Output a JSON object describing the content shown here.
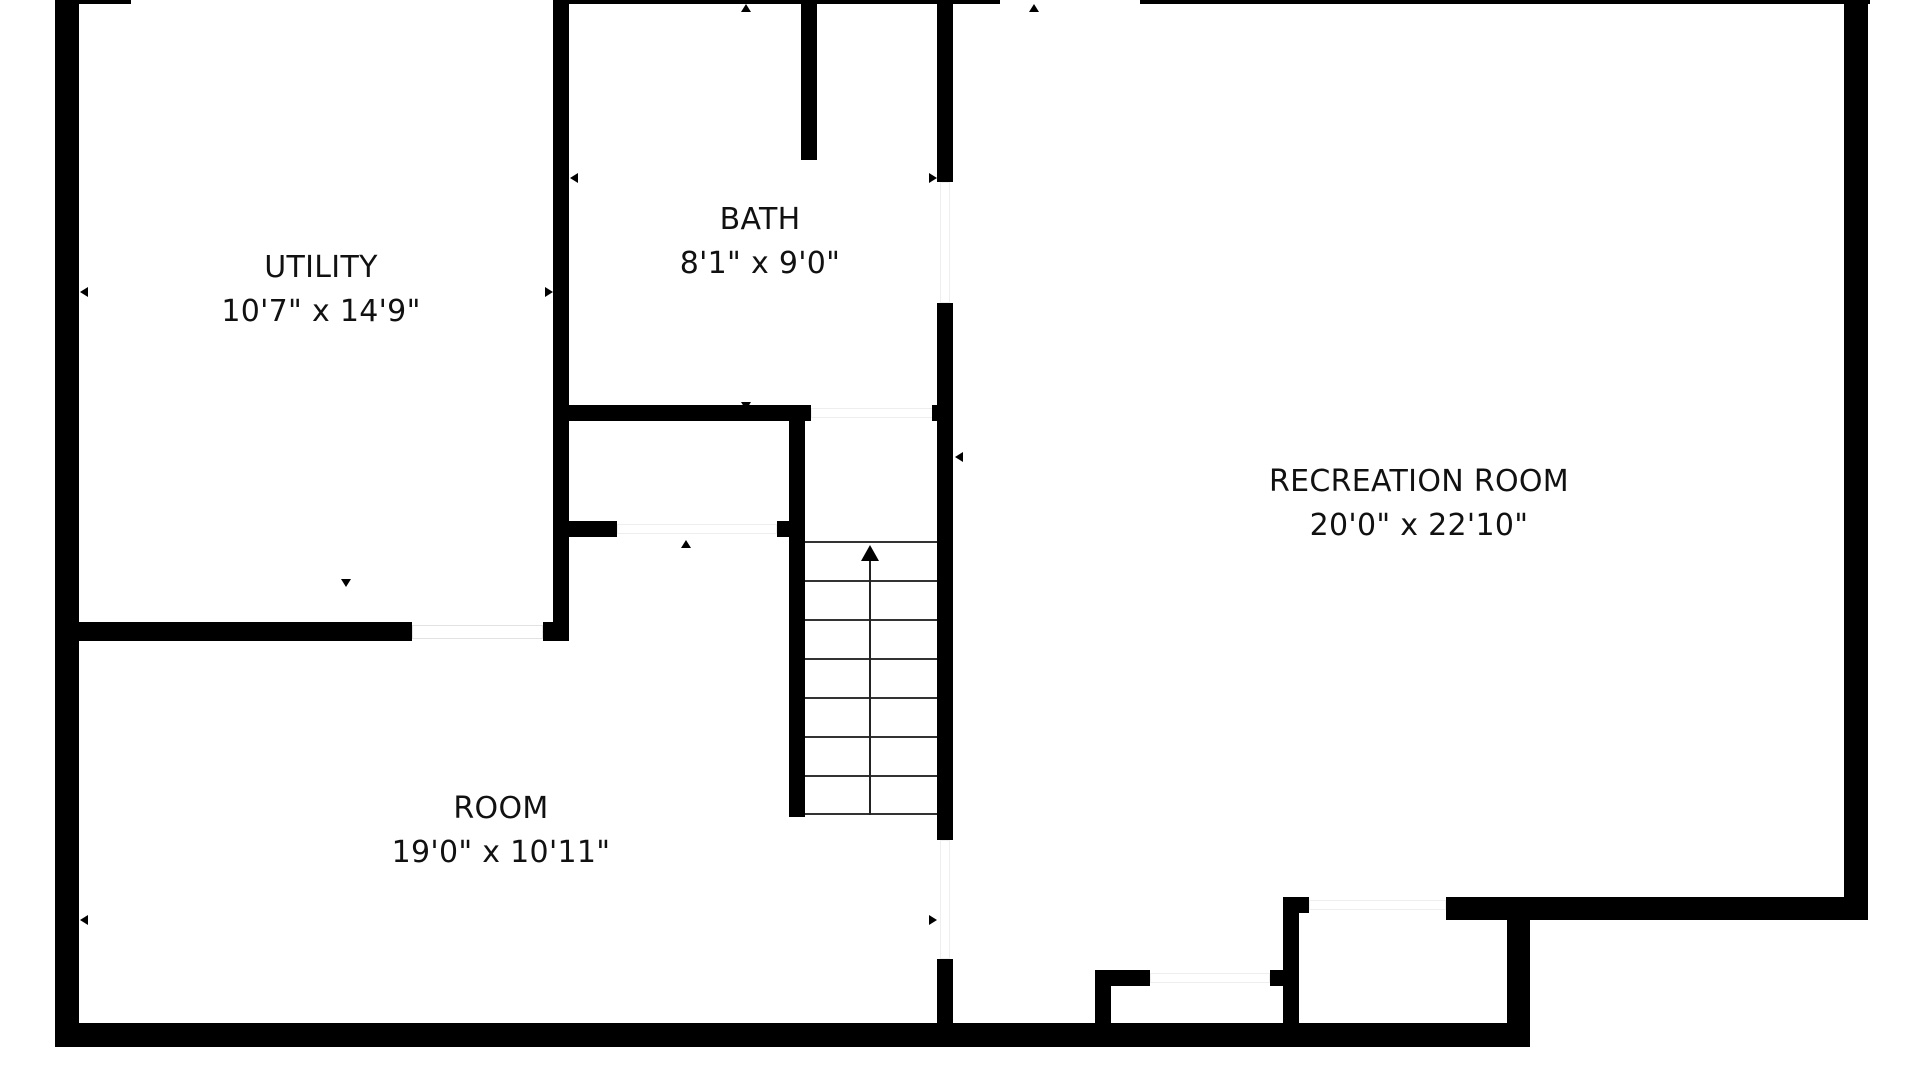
{
  "floorplan": {
    "rooms": [
      {
        "name": "UTILITY",
        "dimensions": "10'7\" x 14'9\""
      },
      {
        "name": "BATH",
        "dimensions": "8'1\" x 9'0\""
      },
      {
        "name": "ROOM",
        "dimensions": "19'0\" x 10'11\""
      },
      {
        "name": "RECREATION ROOM",
        "dimensions": "20'0\" x 22'10\""
      }
    ],
    "stairs": {
      "direction": "up",
      "tread_count": 8
    },
    "colors": {
      "wall": "#000000",
      "background": "#ffffff"
    }
  }
}
